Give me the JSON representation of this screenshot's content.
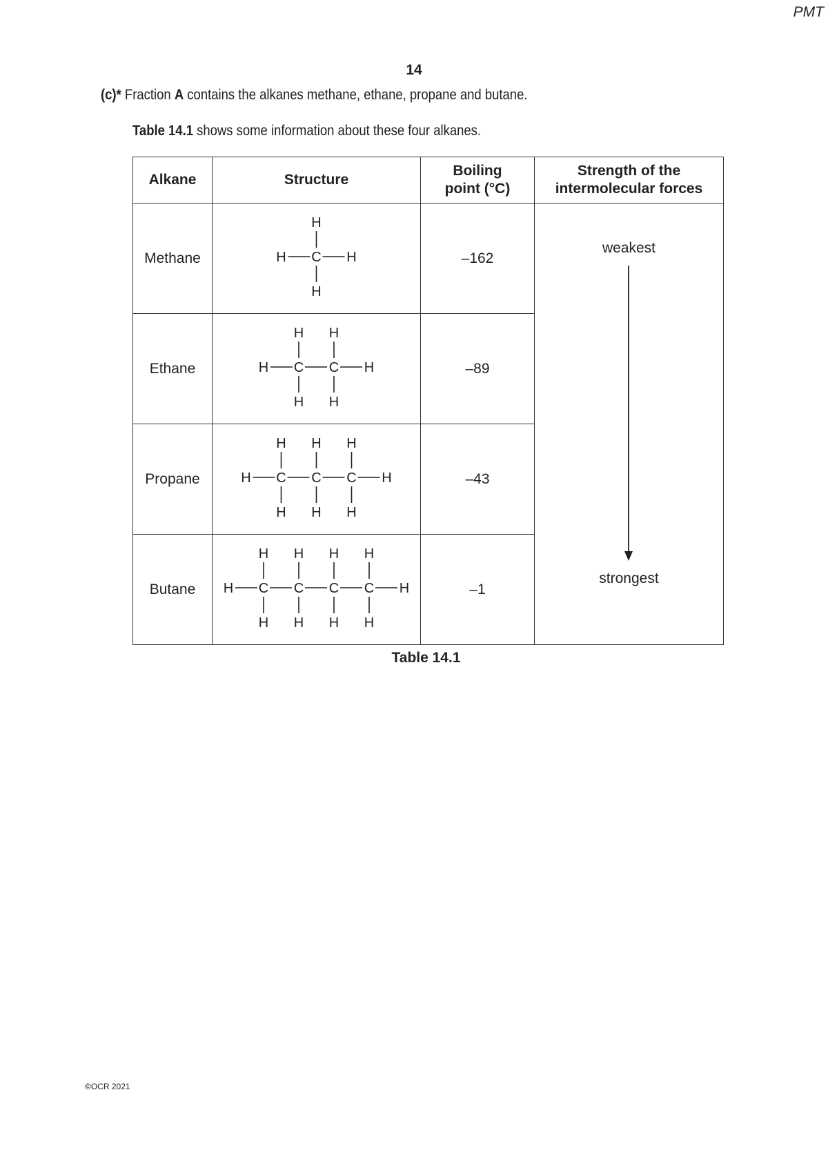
{
  "header": {
    "corner_label": "PMT",
    "page_number": "14"
  },
  "question": {
    "part": "(c)*",
    "text_before": "Fraction ",
    "bold_word": "A",
    "text_after": " contains the alkanes methane, ethane, propane and butane."
  },
  "intro": {
    "bold": "Table 14.1",
    "text": " shows some information about these four alkanes."
  },
  "table": {
    "headers": [
      "Alkane",
      "Structure",
      "Boiling point (°C)",
      "Strength of the intermolecular forces"
    ],
    "rows": [
      {
        "alkane": "Methane",
        "carbons": 1,
        "boiling_point": "–162"
      },
      {
        "alkane": "Ethane",
        "carbons": 2,
        "boiling_point": "–89"
      },
      {
        "alkane": "Propane",
        "carbons": 3,
        "boiling_point": "–43"
      },
      {
        "alkane": "Butane",
        "carbons": 4,
        "boiling_point": "–1"
      }
    ],
    "strength_top": "weakest",
    "strength_bottom": "strongest",
    "atoms": {
      "hydrogen": "H",
      "carbon": "C"
    }
  },
  "caption": "Table 14.1",
  "footer": "©OCR 2021"
}
